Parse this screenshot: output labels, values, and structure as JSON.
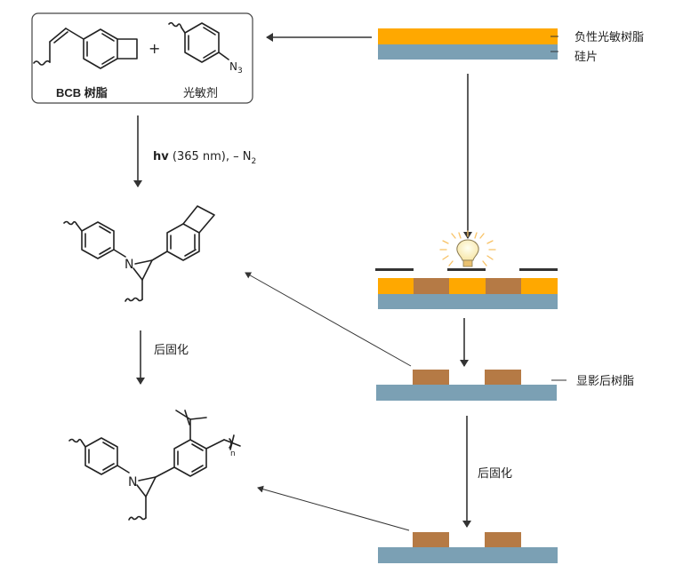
{
  "colors": {
    "resist": "#FFA800",
    "silicon": "#7BA0B4",
    "exposed": "#B57A45",
    "mask": "#333333",
    "text": "#222222"
  },
  "reactants": {
    "bcb_label": "BCB 树脂",
    "plus": "+",
    "photosensitizer_label": "光敏剂",
    "azide_group": "N",
    "azide_sub": "3"
  },
  "step1": {
    "condition_prefix": "hv",
    "condition_rest": "(365 nm), – N",
    "condition_sub": "2"
  },
  "step2": {
    "label": "后固化"
  },
  "intermediate": {
    "n_atom": "N"
  },
  "product": {
    "n_atom": "N",
    "repeat_n": "n"
  },
  "wafer": {
    "resist_label": "负性光敏树脂",
    "silicon_label": "硅片",
    "developed_label": "显影后树脂",
    "postcure_label": "后固化"
  },
  "icons": {
    "light": "light-bulb-icon"
  }
}
